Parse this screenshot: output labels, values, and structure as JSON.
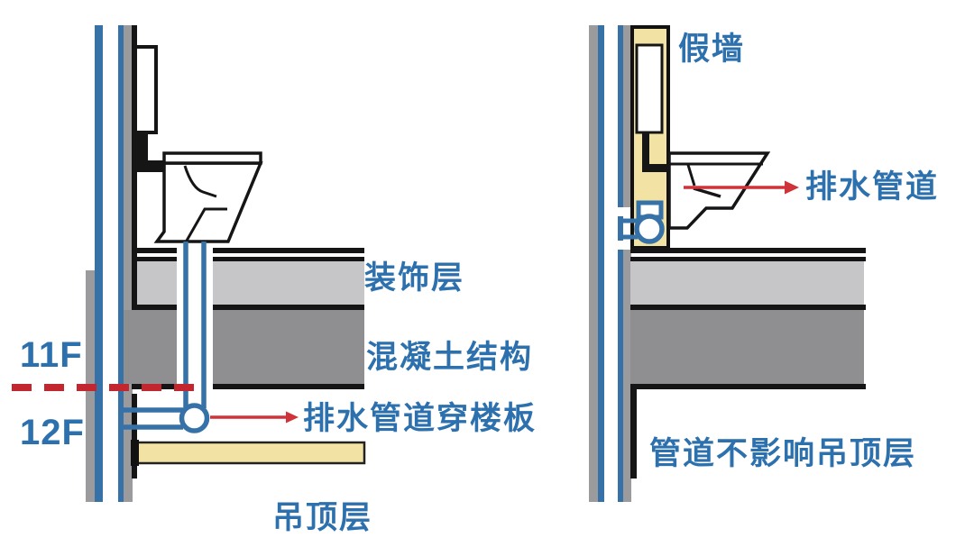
{
  "diagram_title_note": "",
  "left_diagram": {
    "floor_upper_label": "11F",
    "floor_lower_label": "12F",
    "decorative_layer_label": "装饰层",
    "concrete_structure_label": "混凝土结构",
    "drain_note_label": "排水管道穿楼板",
    "ceiling_label": "吊顶层"
  },
  "right_diagram": {
    "false_wall_label": "假墙",
    "drain_pipe_label": "排水管道",
    "note_label": "管道不影响吊顶层"
  },
  "colors": {
    "label_blue": "#2c70ad",
    "pipe_blue": "#3672a8",
    "arrow_red": "#cf3238",
    "dash_red": "#c2262e",
    "wall_gray": "#9b9b9e",
    "decorative_gray": "#c6c6c8",
    "concrete_gray": "#8f8f92",
    "false_wall_yellow": "#f2e2a4",
    "ceiling_yellow": "#f2e2a4",
    "outline_black": "#151515"
  }
}
